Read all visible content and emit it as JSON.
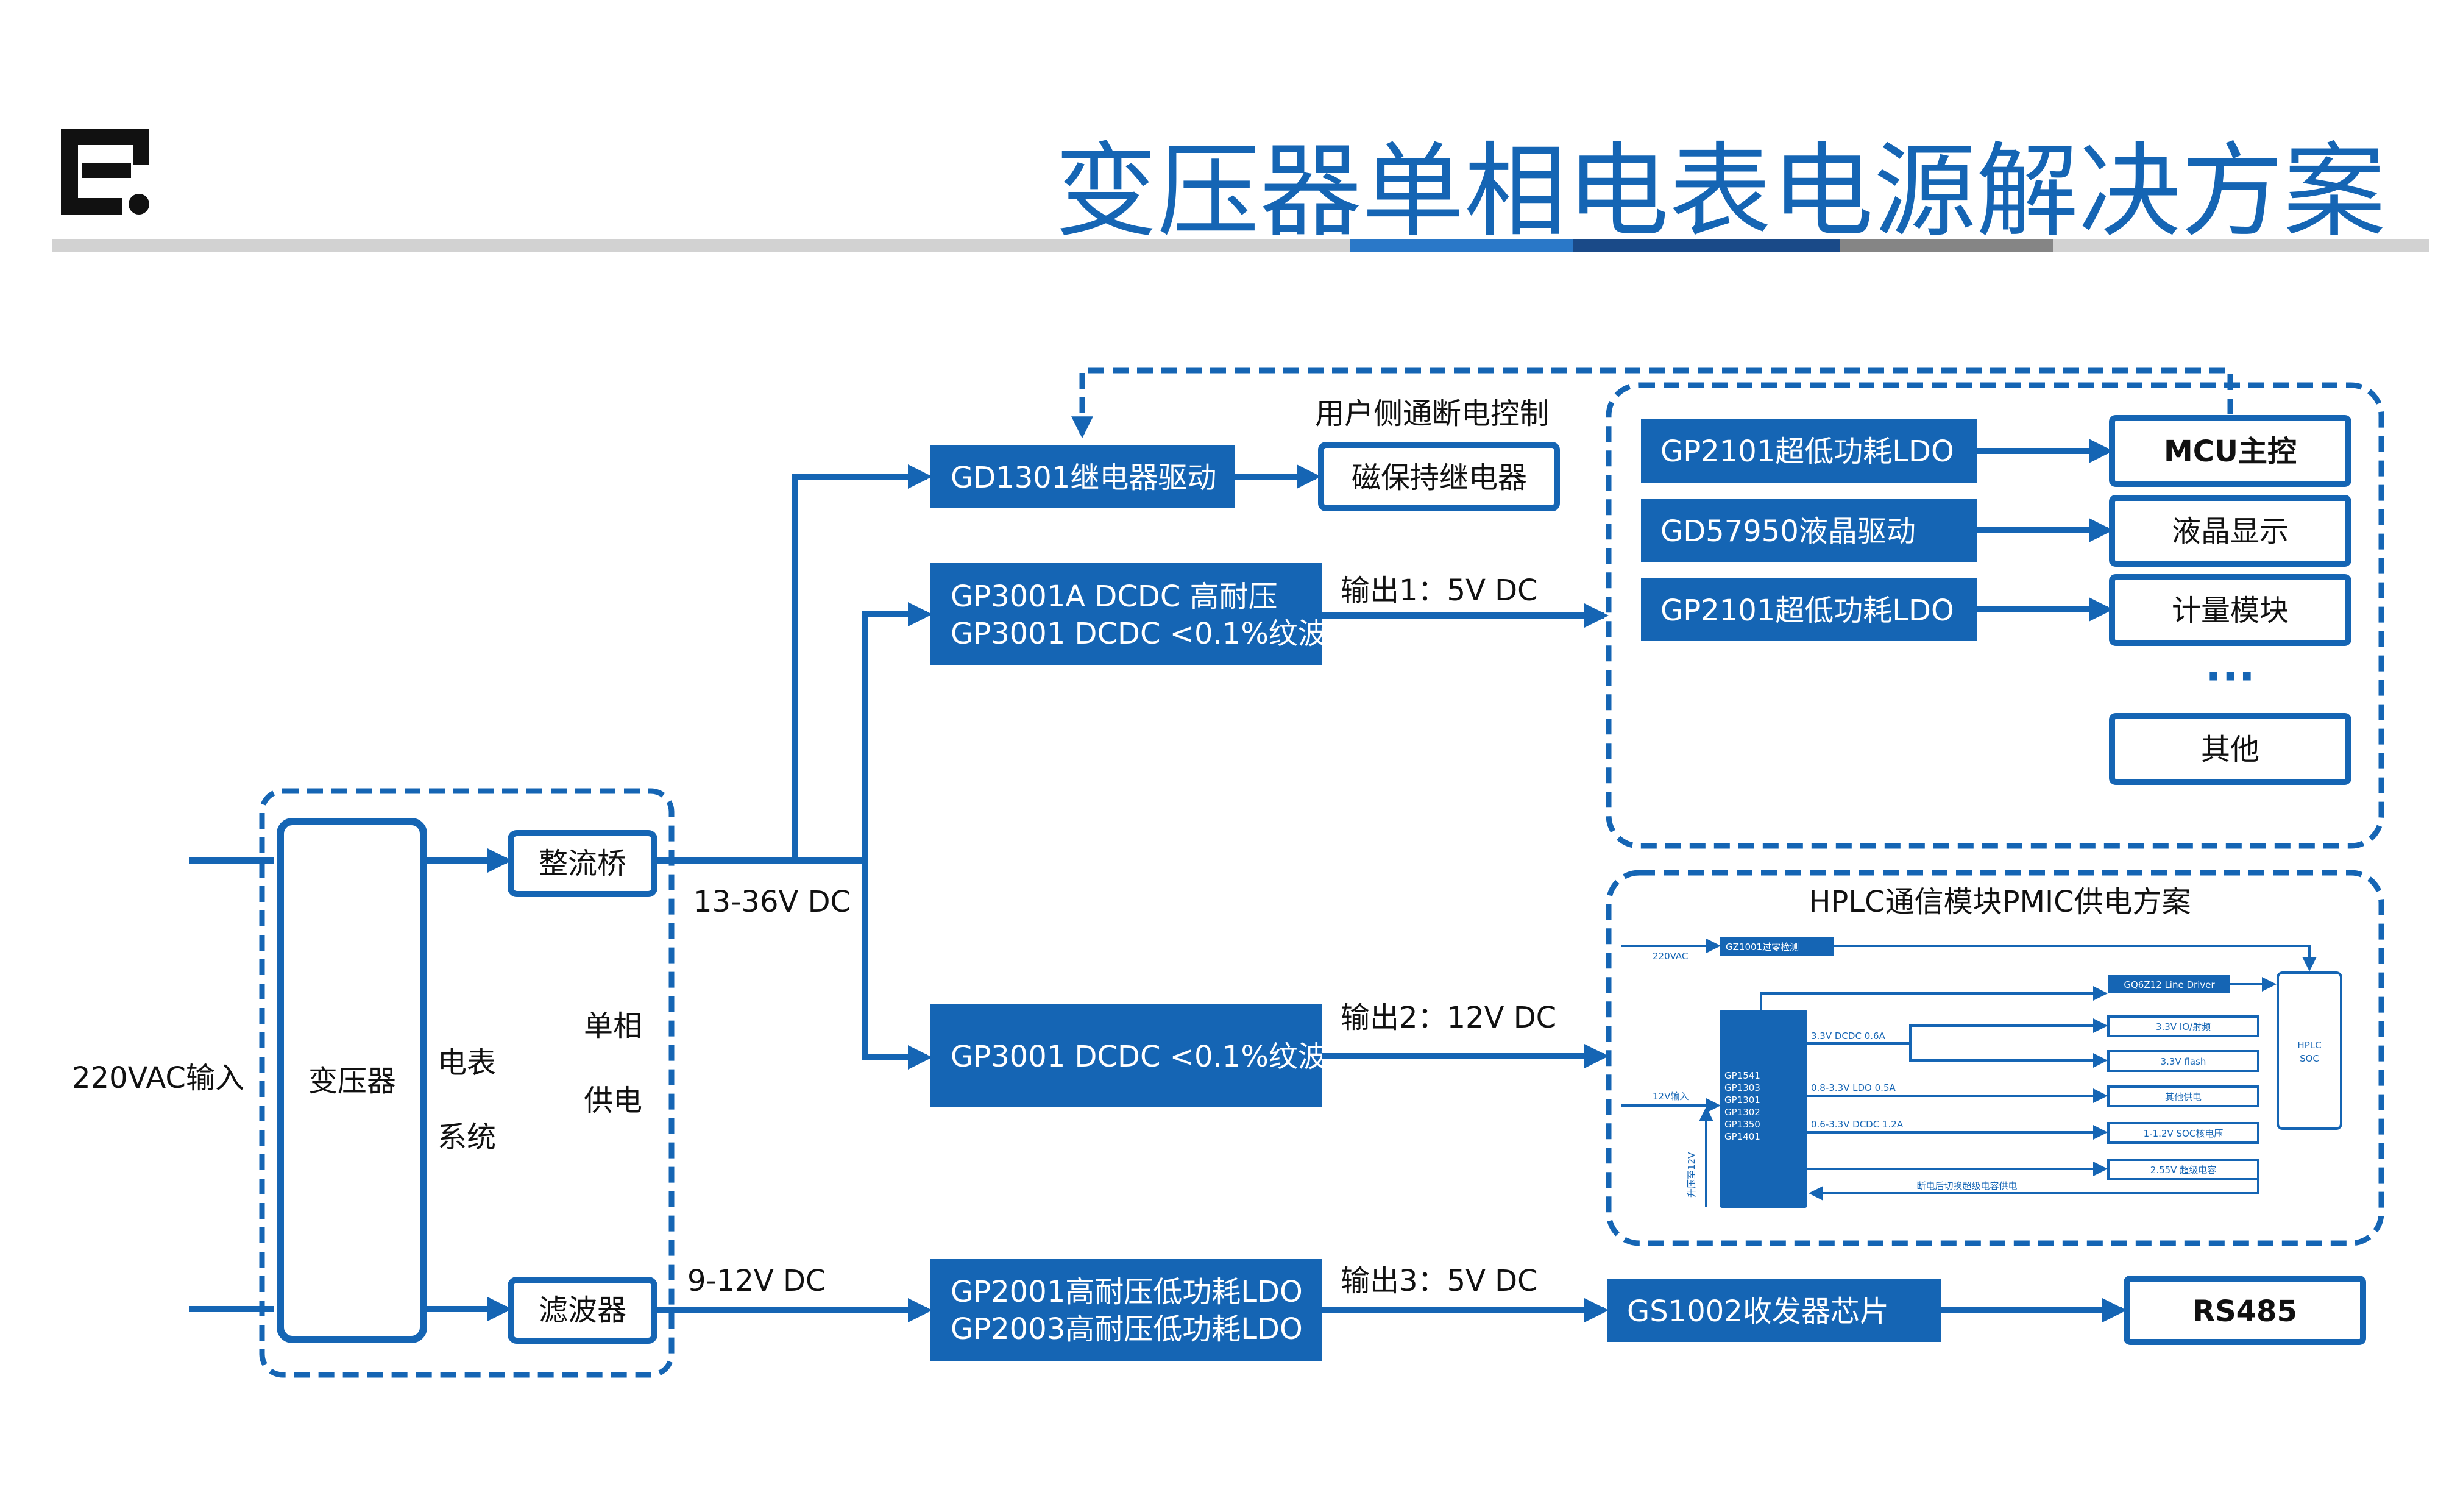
{
  "header": {
    "title": "变压器单相电表电源解决方案"
  },
  "input_label": "220VAC输入",
  "power_stage": {
    "transformer": "变压器",
    "rectifier": "整流桥",
    "filter": "滤波器",
    "meter_system_line1": "电表",
    "meter_system_line2": "系统",
    "single_phase_line1": "单相",
    "single_phase_line2": "供电"
  },
  "rails": {
    "rail_13_36": "13-36V DC",
    "rail_9_12": "9-12V DC"
  },
  "converters": {
    "relay_driver": "GD1301继电器驱动",
    "dcdc_a_line1": "GP3001A DCDC 高耐压",
    "dcdc_a_line2": "GP3001 DCDC <0.1%纹波",
    "dcdc_b": "GP3001 DCDC <0.1%纹波",
    "ldo_line1": "GP2001高耐压低功耗LDO",
    "ldo_line2": "GP2003高耐压低功耗LDO"
  },
  "outputs": {
    "out1": "输出1：5V DC",
    "out2": "输出2：12V DC",
    "out3": "输出3：5V DC",
    "user_control": "用户侧通断电控制",
    "latching_relay": "磁保持继电器"
  },
  "mcu_group": {
    "ldo_top": "GP2101超低功耗LDO",
    "lcd_driver": "GD57950液晶驱动",
    "ldo_bottom": "GP2101超低功耗LDO",
    "mcu": "MCU主控",
    "lcd_display": "液晶显示",
    "metering": "计量模块",
    "ellipsis": "···",
    "other": "其他"
  },
  "hplc": {
    "title": "HPLC通信模块PMIC供电方案",
    "vac_label": "220VAC",
    "zero_cross": "GZ1001过零检测",
    "line_driver": "GQ6Z12 Line Driver",
    "soc_line1": "HPLC",
    "soc_line2": "SOC",
    "input_12v": "12V输入",
    "step_up": "升压至12V",
    "pmic_parts": [
      "GP1541",
      "GP1303",
      "GP1301",
      "GP1302",
      "GP1350",
      "GP1401"
    ],
    "rail_1": "3.3V DCDC 0.6A",
    "rail_2": "0.8-3.3V LDO 0.5A",
    "rail_3": "0.6-3.3V DCDC 1.2A",
    "out_io": "3.3V IO/射频",
    "out_flash": "3.3V flash",
    "out_other": "其他供电",
    "out_core": "1-1.2V SOC核电压",
    "out_supercap": "2.55V 超级电容",
    "backup_note": "断电后切换超级电容供电"
  },
  "rs485_group": {
    "transceiver": "GS1002收发器芯片",
    "rs485": "RS485"
  }
}
